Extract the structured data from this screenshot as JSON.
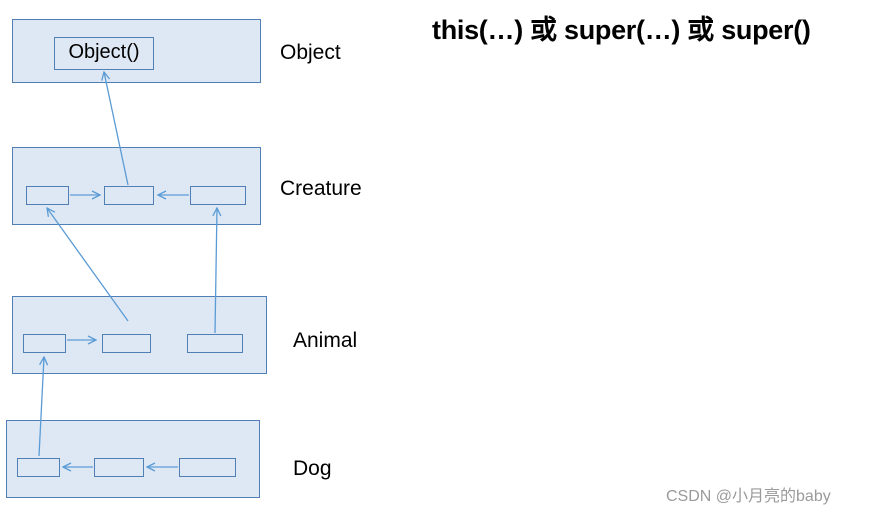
{
  "title": "this(…) 或 super(…) 或 super()",
  "classes": {
    "object": {
      "label": "Object",
      "constructor_label": "Object()"
    },
    "creature": {
      "label": "Creature"
    },
    "animal": {
      "label": "Animal"
    },
    "dog": {
      "label": "Dog"
    }
  },
  "colors": {
    "box_fill": "#dde8f4",
    "box_border": "#4f7fb5",
    "arrow": "#5b9bd5"
  },
  "watermark": "CSDN @小月亮的baby"
}
